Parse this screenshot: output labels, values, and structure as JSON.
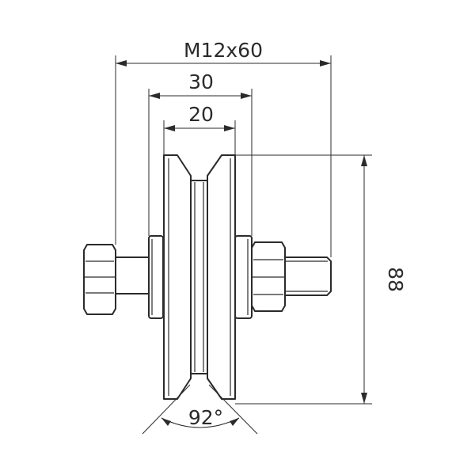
{
  "dimensions": {
    "bolt_spec": "M12x60",
    "hub_width": "30",
    "wheel_width": "20",
    "diameter": "88",
    "groove_angle": "92°"
  }
}
